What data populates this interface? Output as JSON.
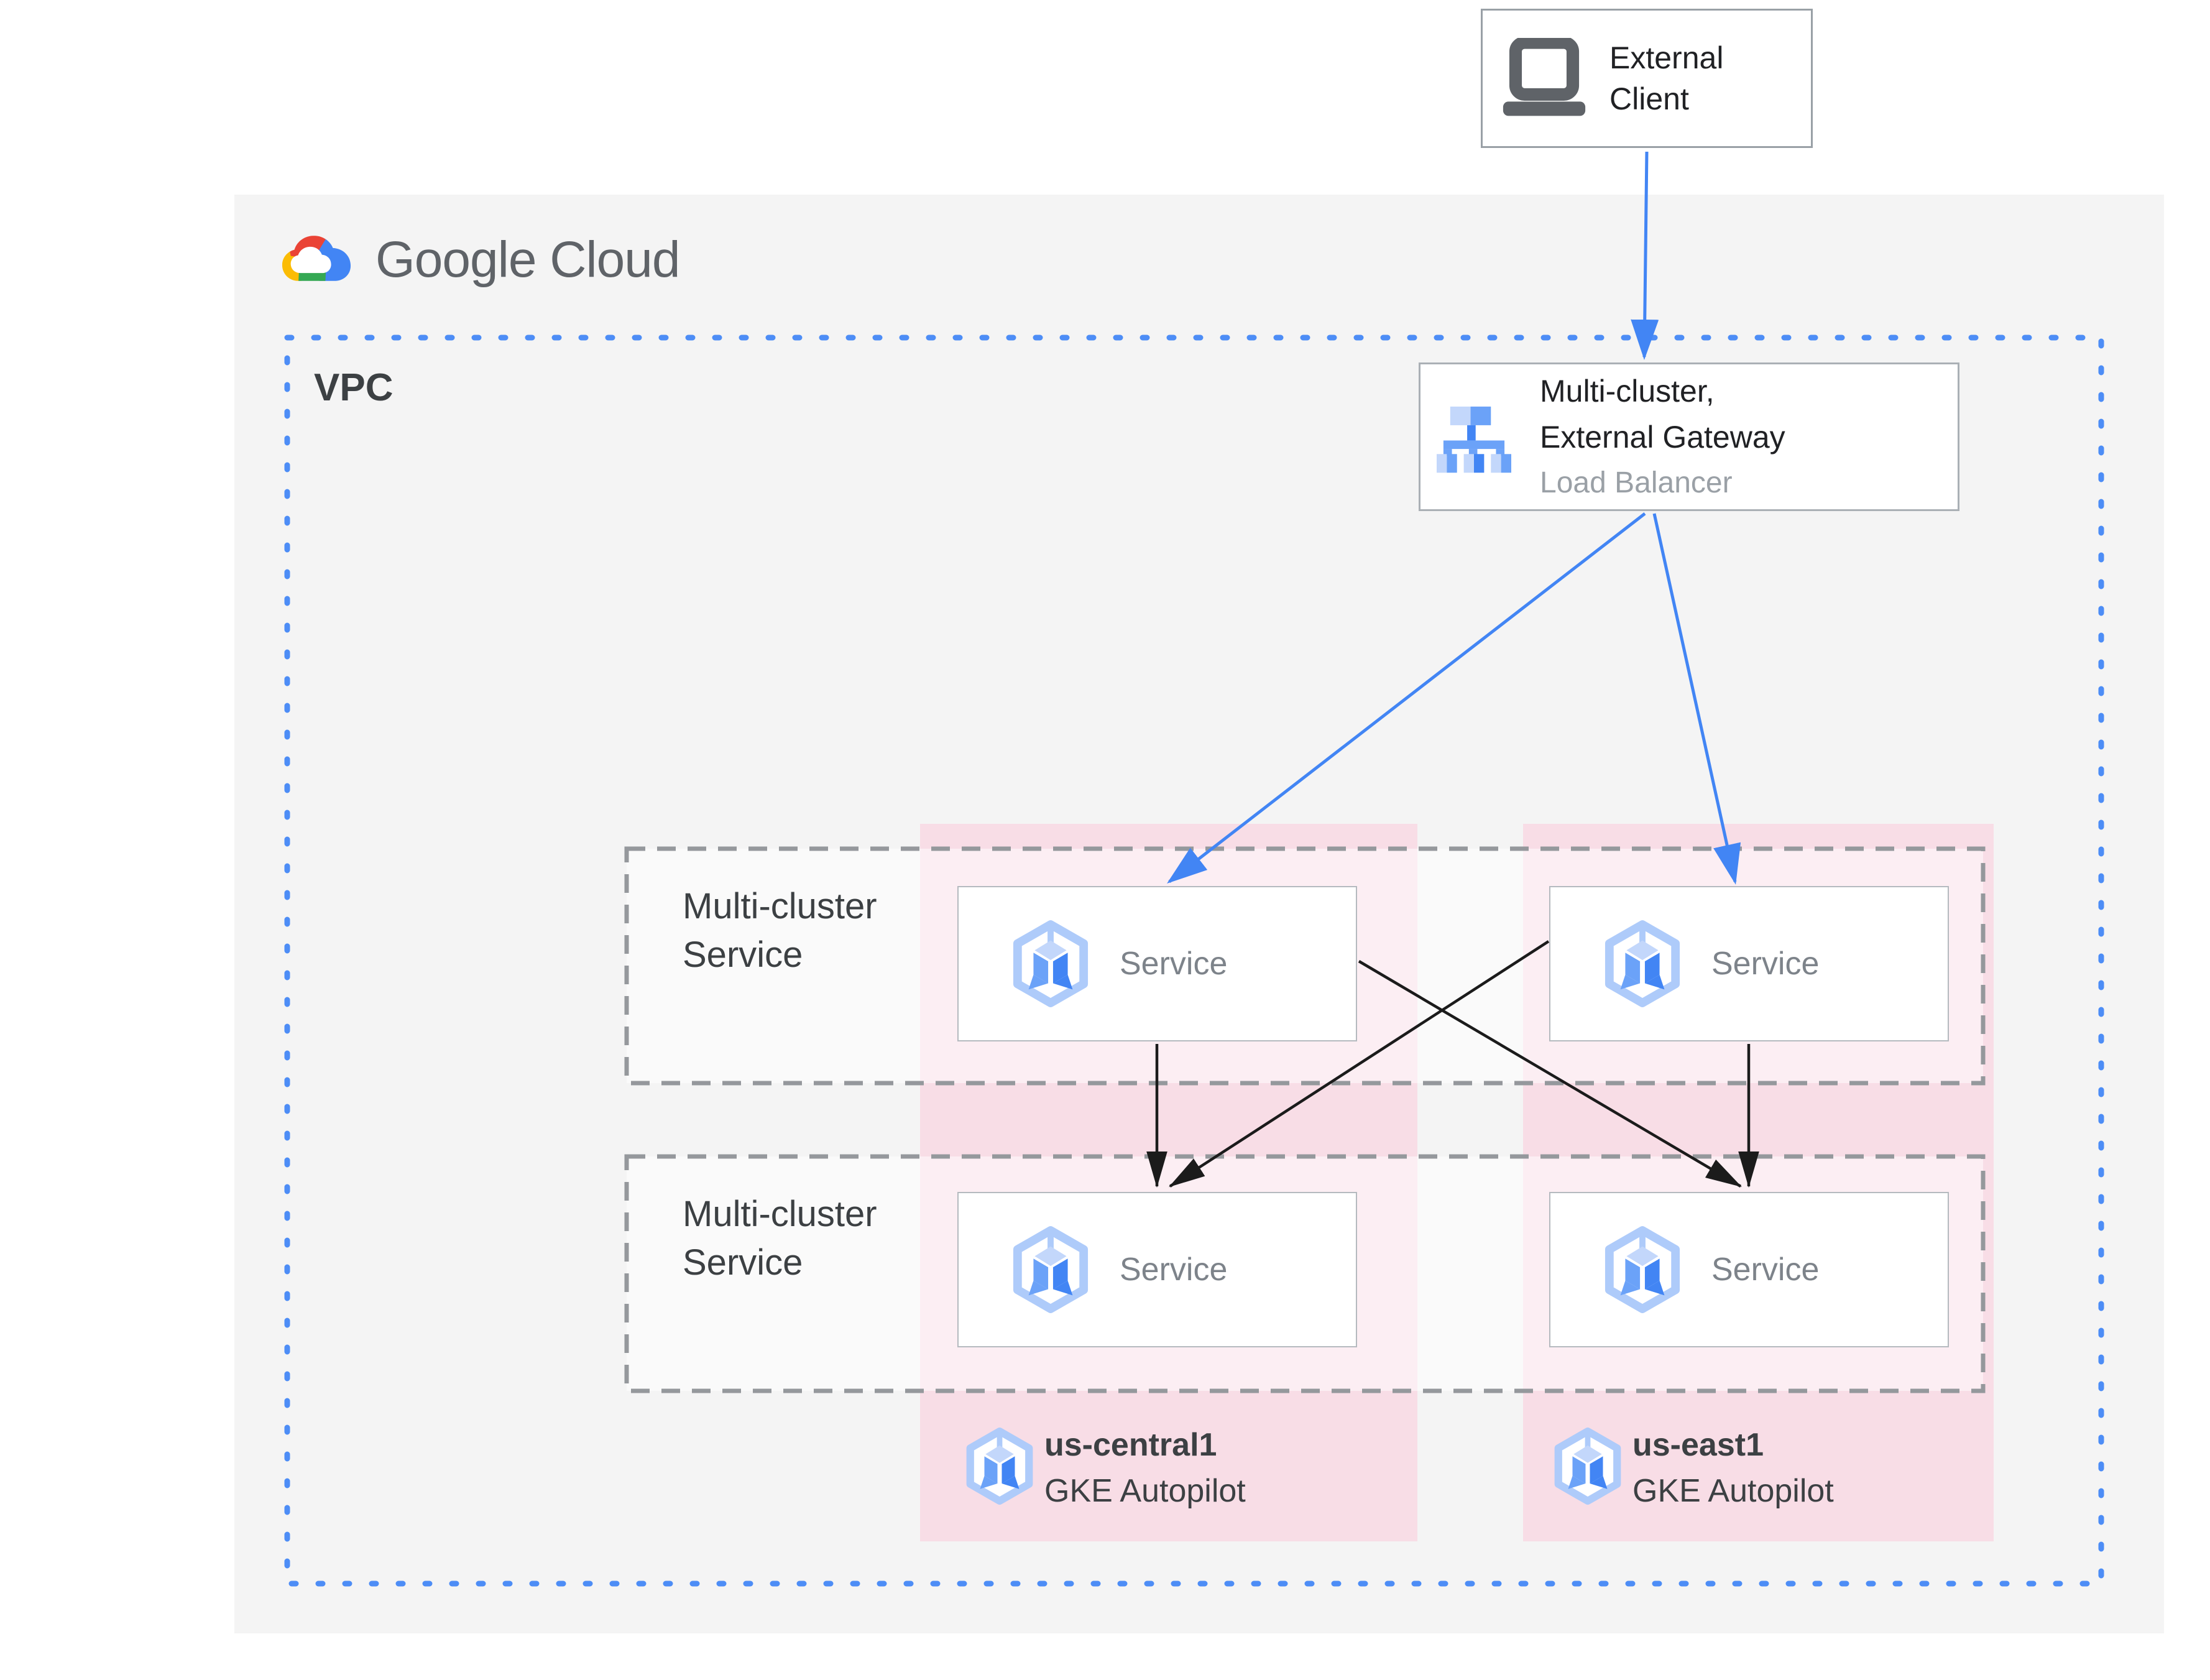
{
  "logo": {
    "text": "Google Cloud"
  },
  "external_client": {
    "line1": "External",
    "line2": "Client"
  },
  "vpc": {
    "label": "VPC"
  },
  "load_balancer": {
    "line1": "Multi-cluster,",
    "line2": "External Gateway",
    "line3": "Load Balancer"
  },
  "service_rows": [
    {
      "label_line1": "Multi-cluster",
      "label_line2": "Service",
      "services": [
        {
          "label": "Service"
        },
        {
          "label": "Service"
        }
      ]
    },
    {
      "label_line1": "Multi-cluster",
      "label_line2": "Service",
      "services": [
        {
          "label": "Service"
        },
        {
          "label": "Service"
        }
      ]
    }
  ],
  "clusters": [
    {
      "region": "us-central1",
      "platform": "GKE Autopilot"
    },
    {
      "region": "us-east1",
      "platform": "GKE Autopilot"
    }
  ],
  "icons": {
    "external_client": "laptop-icon",
    "load_balancer": "load-balancer-tree-icon",
    "service": "gke-service-hexagon-icon",
    "cluster": "gke-hexagon-icon",
    "logo": "google-cloud-logo-icon"
  },
  "colors": {
    "accent_blue": "#4285f4",
    "vpc_dot_blue": "#4d8df6",
    "pink_band": "#f8dde6",
    "panel_gray": "#f4f4f4",
    "dash_gray": "#95989c",
    "text_dark": "#202124",
    "text_medium": "#3c4043",
    "text_gray": "#7d838a",
    "lb_sub_gray": "#9aa0a6",
    "logo_text_gray": "#5f6368",
    "icon_blue_light": "#c3d7fb",
    "icon_blue_mid": "#6ba2f8",
    "icon_blue_dark": "#4285f4"
  }
}
